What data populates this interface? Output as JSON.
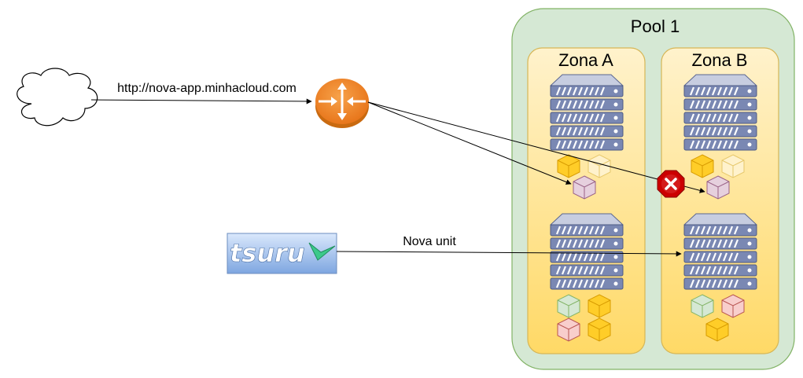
{
  "pool": {
    "title": "Pool 1"
  },
  "zones": [
    {
      "title": "Zona A"
    },
    {
      "title": "Zona B"
    }
  ],
  "edges": {
    "url_label": "http://nova-app.minhacloud.com",
    "new_unit_label": "Nova unit"
  },
  "logo": {
    "text": "tsuru"
  },
  "icons": {
    "cloud": "cloud-icon",
    "router": "router-icon",
    "server": "server-icon",
    "container": "container-cube-icon",
    "blocked": "error-x-icon"
  },
  "colors": {
    "pool_fill": "#d5e8d4",
    "pool_stroke": "#82b366",
    "zone_fill_top": "#fff2cc",
    "zone_fill_bottom": "#ffd966",
    "zone_stroke": "#d6b656",
    "router": "#f08705",
    "server": "#7a88b3",
    "cube_orange": "#ffcd28",
    "cube_yellow_light": "#fff2cc",
    "cube_purple": "#e6d0de",
    "cube_green": "#d5e8d4",
    "cube_red": "#f8cecc",
    "error": "#cc0000",
    "logo_bg": "#7ea6e0",
    "logo_check": "#3cc98a"
  }
}
